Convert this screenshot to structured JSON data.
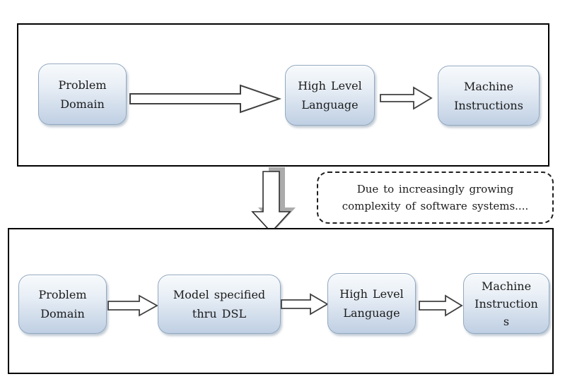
{
  "figure": {
    "title": "evolution-of-abstraction-diagram",
    "top_frame": {
      "nodes": [
        {
          "id": "problem-domain",
          "lines": [
            "Problem",
            "Domain"
          ]
        },
        {
          "id": "high-level-language",
          "lines": [
            "High Level",
            "Language"
          ]
        },
        {
          "id": "machine-instructions",
          "lines": [
            "Machine",
            "Instructions"
          ]
        }
      ]
    },
    "callout": {
      "lines": [
        "Due to increasingly growing",
        "complexity of software systems...."
      ]
    },
    "bottom_frame": {
      "nodes": [
        {
          "id": "problem-domain",
          "lines": [
            "Problem",
            "Domain"
          ]
        },
        {
          "id": "model-specified-thru-dsl",
          "lines": [
            "Model specified",
            "thru DSL"
          ]
        },
        {
          "id": "high-level-language",
          "lines": [
            "High Level",
            "Language"
          ]
        },
        {
          "id": "machine-instructions",
          "lines": [
            "Machine",
            "Instruction",
            "s"
          ]
        }
      ]
    },
    "colors": {
      "node_fill_top": "#f7fafc",
      "node_fill_bottom": "#bfcfe3",
      "node_border": "#93a9c0",
      "frame_border": "#000000",
      "arrow_fill": "#ffffff",
      "arrow_outline": "#404040",
      "arrow_shadow": "#ababab",
      "callout_border": "#1f1f1f",
      "text": "#1b1b1b"
    }
  }
}
